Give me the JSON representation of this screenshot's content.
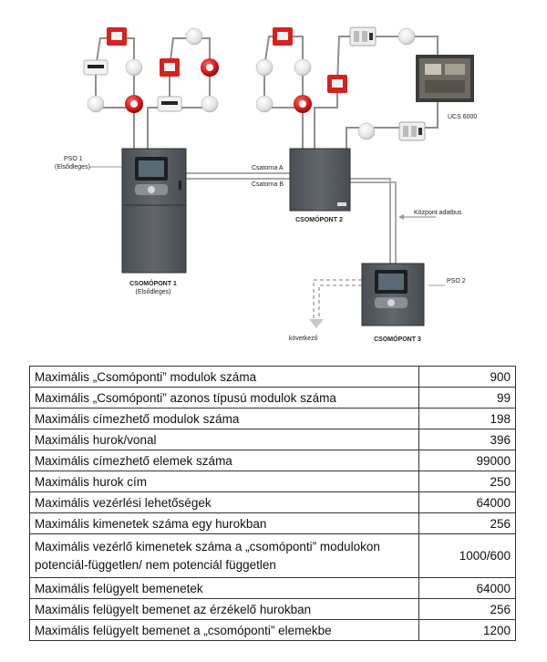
{
  "diagram": {
    "labels": {
      "pso1": "PSO 1",
      "pso1_sub": "(Elsődleges)",
      "csatorna_a": "Csatorna A",
      "csatorna_b": "Csatorna B",
      "node1": "CSOMÓPONT 1",
      "node1_sub": "(Elsődleges)",
      "node2": "CSOMÓPONT 2",
      "node3": "CSOMÓPONT 3",
      "kozpont": "Központ adatbus",
      "pso2": "PSO 2",
      "ucs": "UCS 6000",
      "kovetkezo": "következő"
    }
  },
  "table": {
    "rows": [
      {
        "label": "Maximális „Csomóponti” modulok száma",
        "value": "900"
      },
      {
        "label": "Maximális „Csomóponti” azonos típusú modulok száma",
        "value": "99"
      },
      {
        "label": "Maximális címezhető modulok száma",
        "value": "198"
      },
      {
        "label": "Maximális hurok/vonal",
        "value": "396"
      },
      {
        "label": "Maximális címezhető elemek száma",
        "value": "99000"
      },
      {
        "label": "Maximális hurok cím",
        "value": "250"
      },
      {
        "label": "Maximális vezérlési lehetőségek",
        "value": "64000"
      },
      {
        "label": "Maximális kimenetek száma egy hurokban",
        "value": "256"
      },
      {
        "label": "Maximális vezérlő kimenetek száma a „csomóponti” modulokon potenciál-független/ nem potenciál független",
        "value": "1000/600"
      },
      {
        "label": "Maximális felügyelt bemenetek",
        "value": "64000"
      },
      {
        "label": "Maximális felügyelt bemenet az érzékelő hurokban",
        "value": "256"
      },
      {
        "label": "Maximális felügyelt bemenet a „csomóponti” elemekbe",
        "value": "1200"
      }
    ]
  }
}
